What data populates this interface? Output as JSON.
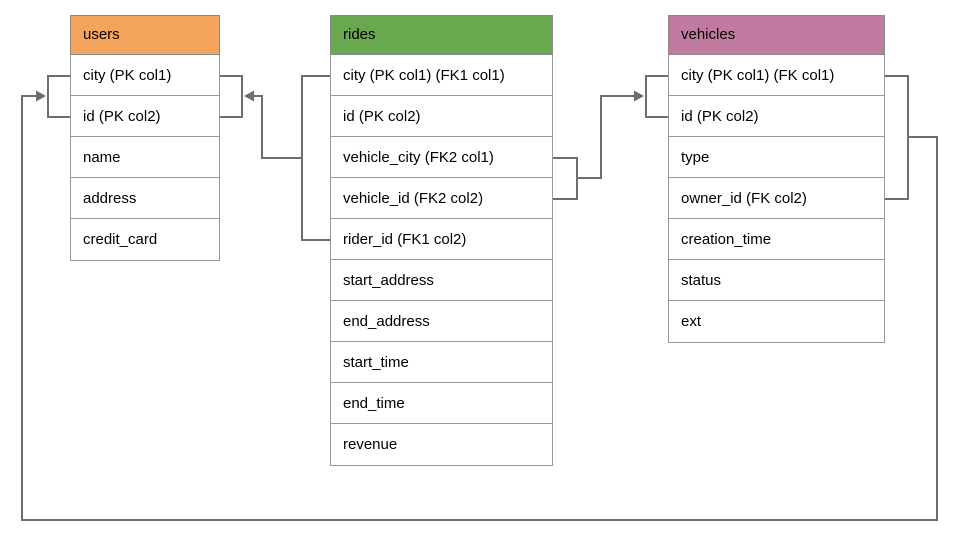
{
  "diagram": {
    "background": "#ffffff",
    "line_color": "#6e6e6e"
  },
  "tables": [
    {
      "name": "users",
      "header_color": "#f4a45c",
      "rows": [
        "city (PK col1)",
        "id (PK col2)",
        "name",
        "address",
        "credit_card"
      ]
    },
    {
      "name": "rides",
      "header_color": "#6aa84f",
      "rows": [
        "city (PK col1) (FK1 col1)",
        "id (PK col2)",
        "vehicle_city (FK2 col1)",
        "vehicle_id (FK2 col2)",
        "rider_id (FK1 col2)",
        "start_address",
        "end_address",
        "start_time",
        "end_time",
        "revenue"
      ]
    },
    {
      "name": "vehicles",
      "header_color": "#c27ba0",
      "rows": [
        "city (PK col1) (FK col1)",
        "id (PK col2)",
        "type",
        "owner_id (FK col2)",
        "creation_time",
        "status",
        "ext"
      ]
    }
  ],
  "connectors": [
    {
      "name": "rides-to-users"
    },
    {
      "name": "rides-to-vehicles"
    },
    {
      "name": "vehicles-to-users"
    }
  ]
}
